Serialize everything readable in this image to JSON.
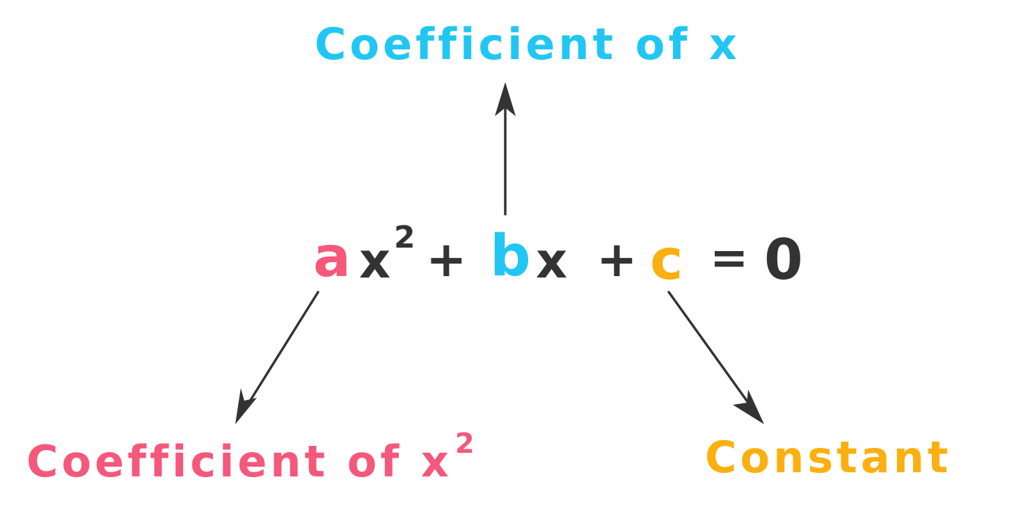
{
  "colors": {
    "a_color": "#f4587b",
    "b_color": "#22c6f2",
    "c_color": "#fbb00f",
    "ink": "#333333"
  },
  "labels": {
    "top": "Coefficient of x",
    "left": "Coefficient of x",
    "left_sup": "2",
    "right": "Constant"
  },
  "equation": {
    "a": "a",
    "x1": "x",
    "exp": "2",
    "plus1": "+",
    "b": "b",
    "x2": "x",
    "plus2": "+",
    "c": "c",
    "equals": "=",
    "zero": "0"
  }
}
